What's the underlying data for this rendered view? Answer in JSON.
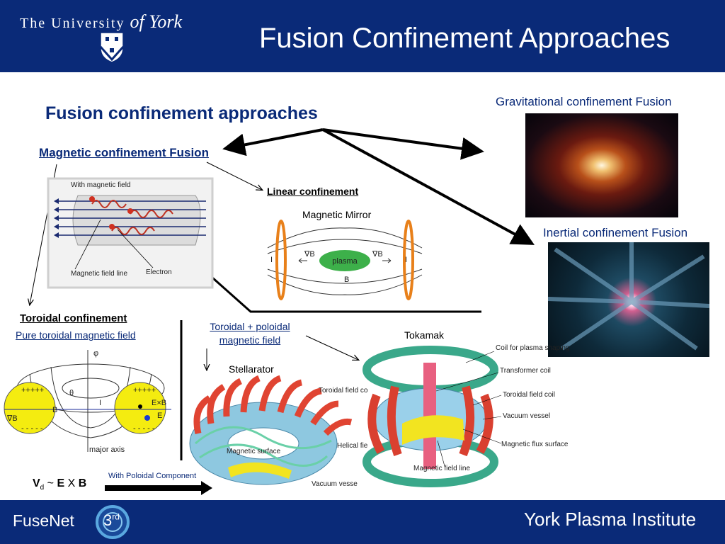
{
  "header": {
    "university_prefix": "The University",
    "university_of": "of York",
    "title": "Fusion Confinement Approaches"
  },
  "main": {
    "heading": "Fusion confinement approaches",
    "magnetic_label": "Magnetic confinement Fusion",
    "gravitational_label": "Gravitational confinement Fusion",
    "inertial_label": "Inertial confinement Fusion",
    "linear_label": "Linear confinement",
    "toroidal_label": "Toroidal confinement",
    "pure_toroidal_label": "Pure toroidal magnetic field",
    "toroidal_poloidal_label": "Toroidal + poloidal magnetic field",
    "stellarator_label": "Stellarator",
    "tokamak_label": "Tokamak",
    "drift_v": "V",
    "drift_sub": "d",
    "drift_rest": " ~ ",
    "drift_e": "E",
    "drift_x": " X ",
    "drift_b": "B",
    "with_poloidal": "With Poloidal Component"
  },
  "magnetic_sketch": {
    "caption": "With magnetic field",
    "label_field": "Magnetic field line",
    "label_electron": "Electron"
  },
  "mirror": {
    "title": "Magnetic Mirror",
    "plasma": "plasma",
    "grad_b": "∇B",
    "current": "I",
    "b": "B"
  },
  "torus": {
    "plus": "+++++",
    "minus": "- - - - -",
    "phi": "φ",
    "theta": "θ",
    "current": "I",
    "b": "B",
    "grad_b": "∇B",
    "e_cross_b": "E×B",
    "e": "E",
    "major_axis": "major axis"
  },
  "stellarator": {
    "toroidal_coil": "Toroidal field coil",
    "helical_coil": "Helical field coil",
    "magnetic_surface": "Magnetic surface",
    "vacuum_vessel": "Vacuum vesse"
  },
  "tokamak": {
    "shaping_coil": "Coil for plasma shaping",
    "transformer_coil": "Transformer coil",
    "toroidal_coil": "Toroidal field coil",
    "vacuum_vessel": "Vacuum vessel",
    "flux_surface": "Magnetic flux surface",
    "field_line": "Magnetic field line"
  },
  "footer": {
    "left": "FuseNet",
    "badge_number": "3",
    "badge_suffix": "rd",
    "right": "York Plasma Institute"
  },
  "colors": {
    "header_blue": "#0a2a78",
    "link_blue": "#0a2a78",
    "coil_red": "#d94030",
    "vessel_green": "#3aa88a",
    "plasma_yellow": "#f2e420"
  }
}
